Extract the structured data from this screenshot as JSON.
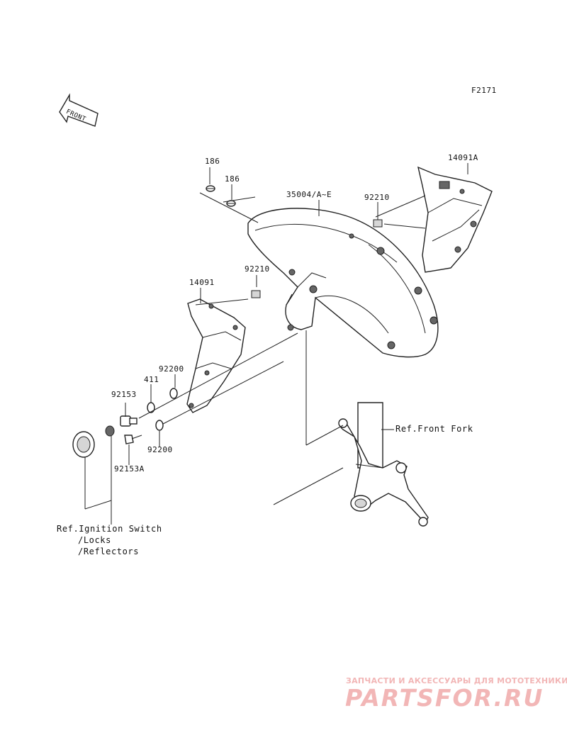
{
  "figure_code": "F2171",
  "front_arrow": "FRONT",
  "parts": {
    "p186a": "186",
    "p186b": "186",
    "p35004": "35004/A~E",
    "p92210a": "92210",
    "p14091A": "14091A",
    "p92210b": "92210",
    "p14091": "14091",
    "p92200a": "92200",
    "p411": "411",
    "p92153": "92153",
    "p92200b": "92200",
    "p92153A": "92153A"
  },
  "references": {
    "front_fork": "Ref.Front Fork",
    "ignition_line1": "Ref.Ignition Switch",
    "ignition_line2": "/Locks",
    "ignition_line3": "/Reflectors"
  },
  "watermark": {
    "tagline": "ЗАПЧАСТИ И АКСЕССУАРЫ ДЛЯ МОТОТЕХНИКИ",
    "logo": "PARTSFOR.RU"
  }
}
